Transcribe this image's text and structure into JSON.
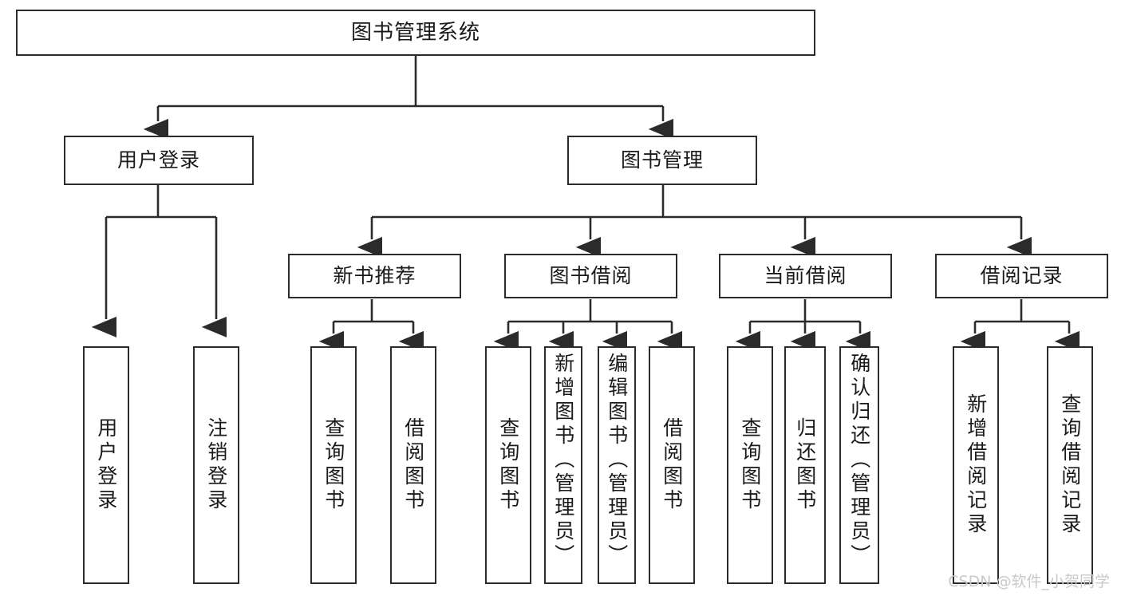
{
  "diagram": {
    "title": "图书管理系统",
    "type": "tree",
    "orientation": "top-down",
    "stroke_color": "#2b2b2b",
    "fill_color": "#ffffff",
    "text_color": "#1a1a1a"
  },
  "nodes": {
    "root": {
      "label": "图书管理系统"
    },
    "level2": [
      {
        "label": "用户登录"
      },
      {
        "label": "图书管理"
      }
    ],
    "level3": [
      {
        "label": "新书推荐"
      },
      {
        "label": "图书借阅"
      },
      {
        "label": "当前借阅"
      },
      {
        "label": "借阅记录"
      }
    ],
    "leaves": {
      "user_login": [
        {
          "label": "用户登录"
        },
        {
          "label": "注销登录"
        }
      ],
      "new_book_recommend": [
        {
          "label": "查询图书"
        },
        {
          "label": "借阅图书"
        }
      ],
      "book_borrow": [
        {
          "label": "查询图书"
        },
        {
          "label": "新增图书（管理员）"
        },
        {
          "label": "编辑图书（管理员）"
        },
        {
          "label": "借阅图书"
        }
      ],
      "current_borrow": [
        {
          "label": "查询图书"
        },
        {
          "label": "归还图书"
        },
        {
          "label": "确认归还（管理员）"
        }
      ],
      "borrow_record": [
        {
          "label": "新增借阅记录"
        },
        {
          "label": "查询借阅记录"
        }
      ]
    }
  },
  "watermark": {
    "text": "CSDN @软件_小贺同学"
  }
}
